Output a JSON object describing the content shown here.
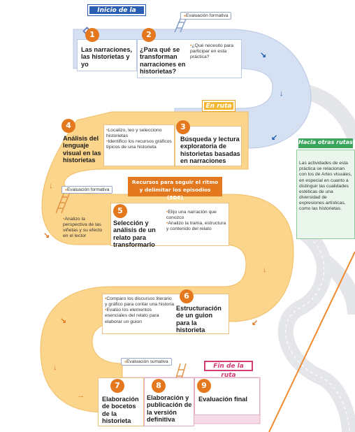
{
  "signs": {
    "inicio": "Inicio de la ruta",
    "en_ruta": "En ruta",
    "hacia_otras": "Hacia otras rutas",
    "fin": "Fin de la ruta",
    "recursos": "Recursos para seguir el ritmo y delimitar los episodios (SDE)"
  },
  "evaluations": {
    "formativa_1": "Evaluación formativa",
    "formativa_2": "Evaluación formativa",
    "sumativa": "Evaluación sumativa"
  },
  "steps": [
    {
      "num": "1",
      "title": "Las narraciones, las historietas y yo"
    },
    {
      "num": "2",
      "title": "¿Para qué se transforman narraciones en historietas?",
      "bullets": [
        "¿Qué necesito para participar en esta práctica?"
      ]
    },
    {
      "num": "3",
      "title": "Búsqueda y lectura exploratoria de historietas basadas en narraciones"
    },
    {
      "num": "4",
      "title": "Análisis del lenguaje visual en las historietas",
      "bullets": [
        "Localizo, leo y selecciono historietas",
        "Identifico los recursos gráficos típicos de una historieta"
      ]
    },
    {
      "num": "5",
      "title": "Selección y análisis de un relato para transformarlo",
      "bullets_left": [
        "Analizo la perspectiva de las viñetas y su efecto en el lector"
      ],
      "bullets": [
        "Elijo una narración que conozco",
        "Analizo la trama, estructura y contenido del relato"
      ]
    },
    {
      "num": "6",
      "title": "Estructuración de un guion para la historieta",
      "bullets": [
        "Comparo los discursos literario y gráfico para contar una historia",
        "Evalúo los elementos esenciales del relato para elaborar un guion"
      ]
    },
    {
      "num": "7",
      "title": "Elaboración de bocetos de la historieta"
    },
    {
      "num": "8",
      "title": "Elaboración y publicación de la versión definitiva"
    },
    {
      "num": "9",
      "title": "Evaluación final"
    }
  ],
  "otras_rutas_text": "Las actividades de esta práctica se relacionan con los de Artes visuales, en especial en cuanto a distinguir las cualidades estéticas de una diversidad de expresiones artísticas, como las historietas.",
  "colors": {
    "blue_road": "#d5e0f2",
    "orange_road": "#fcd58c",
    "pink_road": "#f6dbe6",
    "accent": "#e3781f",
    "green": "#3aa55b"
  }
}
